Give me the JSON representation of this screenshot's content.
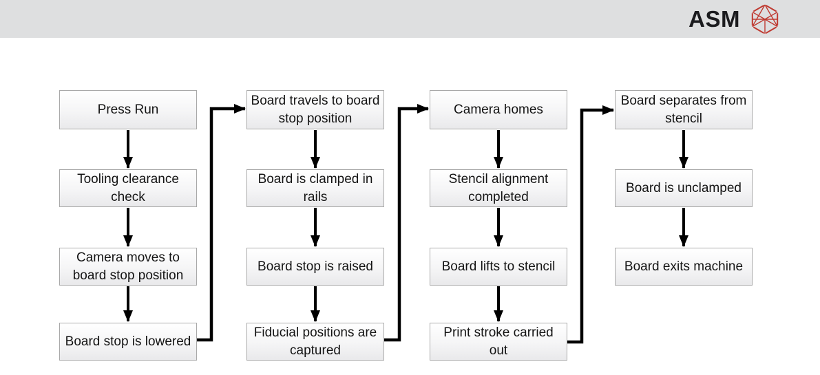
{
  "header": {
    "brand_text": "ASM",
    "logo_icon": "asm-hexagon-logo",
    "bar_color": "#dedfe0",
    "logo_color": "#bf3a31"
  },
  "diagram": {
    "type": "flowchart",
    "column_flow": "top-to-bottom",
    "columns": [
      {
        "steps": [
          "Press Run",
          "Tooling clearance check",
          "Camera moves to board stop position",
          "Board stop is lowered"
        ]
      },
      {
        "steps": [
          "Board travels to board stop position",
          "Board is clamped in rails",
          "Board stop is raised",
          "Fiducial positions are captured"
        ]
      },
      {
        "steps": [
          "Camera homes",
          "Stencil alignment completed",
          "Board lifts to stencil",
          "Print stroke carried out"
        ]
      },
      {
        "steps": [
          "Board separates from stencil",
          "Board is unclamped",
          "Board exits machine"
        ]
      }
    ],
    "column_connectors": [
      {
        "from": "Board stop is lowered",
        "to": "Board travels to board stop position"
      },
      {
        "from": "Fiducial positions are captured",
        "to": "Camera homes"
      },
      {
        "from": "Print stroke carried out",
        "to": "Board separates from stencil"
      }
    ],
    "colors": {
      "box_border": "#a9a9a9",
      "box_fill_top": "#ffffff",
      "box_fill_bottom": "#e9e9eb",
      "arrow": "#000000"
    }
  }
}
